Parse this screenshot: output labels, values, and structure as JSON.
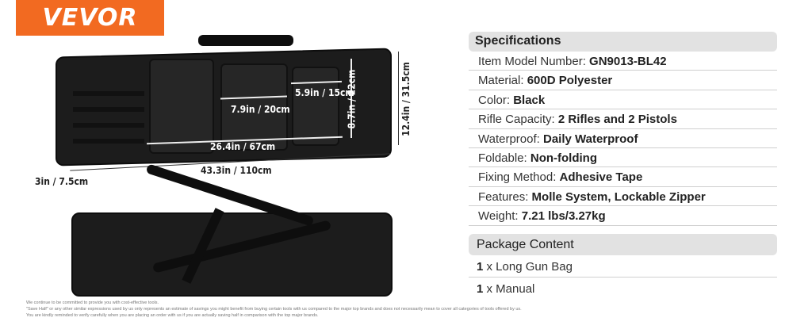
{
  "brand": {
    "logo": "VEVOR",
    "color": "#f26a21"
  },
  "dimensions": {
    "length": "43.3in / 110cm",
    "depth": "3in / 7.5cm",
    "height": "12.4in / 31.5cm",
    "pocket_height": "8.7in / 22cm",
    "pockets_width": "26.4in / 67cm",
    "mid_pocket": "7.9in / 20cm",
    "small_pocket": "5.9in / 15cm"
  },
  "specifications": {
    "title": "Specifications",
    "rows": [
      {
        "label": "Item Model Number: ",
        "value": "GN9013-BL42"
      },
      {
        "label": "Material: ",
        "value": "600D Polyester"
      },
      {
        "label": "Color: ",
        "value": "Black"
      },
      {
        "label": "Rifle Capacity: ",
        "value": "2 Rifles and 2 Pistols"
      },
      {
        "label": "Waterproof: ",
        "value": "Daily Waterproof"
      },
      {
        "label": "Foldable: ",
        "value": "Non-folding"
      },
      {
        "label": "Fixing Method: ",
        "value": "Adhesive Tape"
      },
      {
        "label": "Features: ",
        "value": "Molle System, Lockable Zipper"
      },
      {
        "label": "Weight: ",
        "value": "7.21 lbs/3.27kg"
      }
    ]
  },
  "package": {
    "title": "Package Content",
    "items": [
      {
        "qty": "1",
        "label": " x Long Gun Bag"
      },
      {
        "qty": "1",
        "label": " x Manual"
      }
    ]
  },
  "disclaimer": [
    "We continue to be committed to provide you with cost-effective tools.",
    "\"Save Half\" or any other similar expressions used by us only represents an estimate of savings you might benefit from buying certain tools with us compared to the major top brands and does not necessarily mean to cover all categories of tools offered by us.",
    "You are kindly reminded to verify carefully when you are placing an order with us if you are actually saving half in comparison with the top major brands."
  ]
}
